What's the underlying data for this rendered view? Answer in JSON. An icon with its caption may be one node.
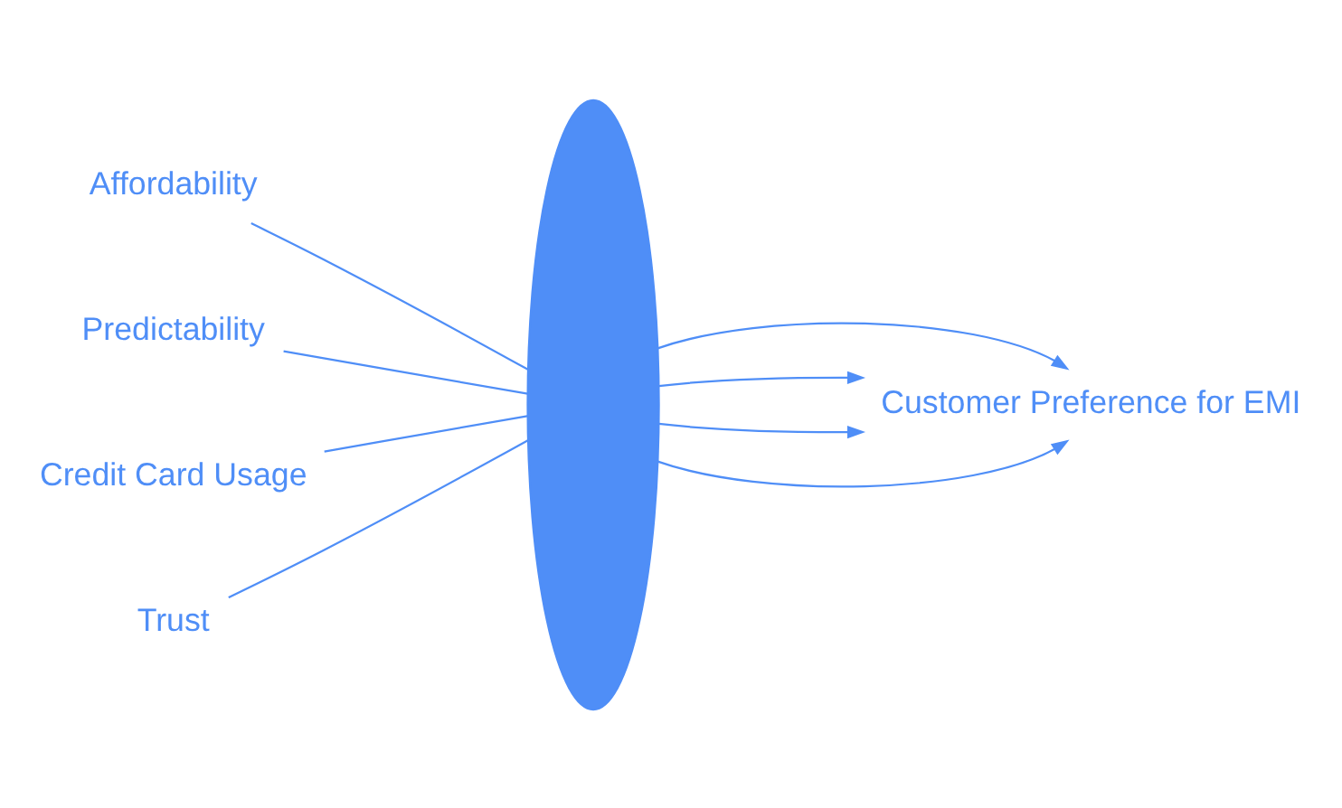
{
  "diagram": {
    "nodes": [
      {
        "text": [
          "Affordability"
        ]
      },
      {
        "text": [
          "Predictability"
        ]
      },
      {
        "text": [
          "Credit Card Usage"
        ]
      },
      {
        "text": [
          "Trust"
        ]
      },
      {
        "text": [],
        "shape": "ellipse"
      },
      {
        "text": [
          "Customer Preference for EMI"
        ]
      }
    ],
    "edges": [
      {
        "from": 0,
        "to": 4,
        "arrow": "none"
      },
      {
        "from": 1,
        "to": 4,
        "arrow": "none"
      },
      {
        "from": 2,
        "to": 4,
        "arrow": "none"
      },
      {
        "from": 3,
        "to": 4,
        "arrow": "none"
      },
      {
        "from": 4,
        "to": 5,
        "arrow": "to"
      },
      {
        "from": 4,
        "to": 5,
        "arrow": "to"
      },
      {
        "from": 4,
        "to": 5,
        "arrow": "to"
      },
      {
        "from": 4,
        "to": 5,
        "arrow": "to"
      }
    ]
  }
}
